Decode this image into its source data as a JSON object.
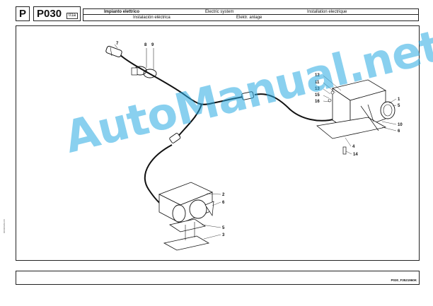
{
  "header": {
    "section_letter": "P",
    "page_code": "P030",
    "page_variant": "01a",
    "titles": {
      "italian": "Impianto elettrico",
      "english": "Electric system",
      "french": "Installation electrique",
      "spanish": "Instalación eléctrica",
      "german": "Elektr. anlage"
    }
  },
  "callouts": {
    "c1": "1",
    "c2": "2",
    "c3": "3",
    "c4": "4",
    "c5": "5",
    "c5b": "5",
    "c6": "6",
    "c6b": "6",
    "c7": "7",
    "c8": "8",
    "c9": "9",
    "c10": "10",
    "c11": "11",
    "c12": "12",
    "c13": "13",
    "c14": "14",
    "c15": "15",
    "c16": "16"
  },
  "watermark": "AutoManual.net",
  "footer": {
    "reference": "P030_F3521960K"
  },
  "side_note": "0000000/02/15"
}
